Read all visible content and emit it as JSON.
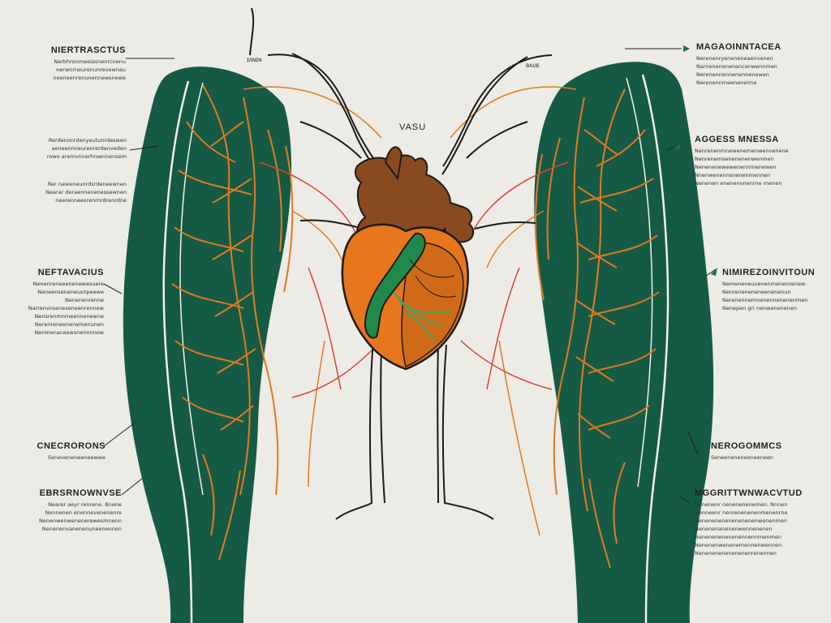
{
  "center_label": "VASU",
  "top_tags": {
    "left": "ɪʌɴɪɴ",
    "right": "ʙᴀᴜᴇ"
  },
  "labels_left": [
    {
      "id": "l1",
      "title": "NIERTRASCTUS",
      "desc": "Nerbhronmeeiasnenrcnenu\nnerwnrneurenunrevewneu\nneeneenrenunennewsnewe"
    },
    {
      "id": "l2",
      "title": "",
      "desc": "Rerdenonrdenyeutunrdeswen\naeneennneurenrerdenveden\nrowe aremvnnerhroennensem"
    },
    {
      "id": "l3",
      "title": "",
      "desc": "Rer neweneunrdsrdeneewnen\nNearar deraennenenessewnen\nneerenneesrenrnrdrenrdne"
    },
    {
      "id": "l4",
      "title": "NEFTAVACIUS",
      "desc": "Nenenreneeenenewesuere\nNeneenseneneusnpeewe\nNenenenrenne\nNarrenvnseneseneenrennew\nNensrenmnmeennenewne\nNerenreneenerwmenunen\nNenmenaceewsnennnnow"
    },
    {
      "id": "l5",
      "title": "CNECRORONS",
      "desc": "Seneveneneeneewwe"
    },
    {
      "id": "l6",
      "title": "EBRSRNOWNVSE",
      "desc": "Nearer aeyr renrene. Bnene\nNennenen enennevenenenre\nNenenwenwenenerewesmnenn\nNenenenvanenenuneenennen"
    }
  ],
  "labels_right": [
    {
      "id": "r1",
      "title": "MAGAOINNTACEA",
      "desc": "Nerenenryeneneneaenvenen\nNarnenenenenencenwennmen\nNerenennennenennenewen\nNerenennmeenenenne"
    },
    {
      "id": "r2",
      "title": "AGGESS MNESSA",
      "desc": "Nenrenenmnewenemenwenvenene\nNenrenemsenenenenwenmen\nNenenenewewenennrnenewen\nNnenwenennsnenenmennen\nNenenen enenenonenrne rnenen"
    },
    {
      "id": "r3",
      "title": "NIMIREZOINVITOUN",
      "desc": "Nemeneneuvenenmenenrenew\nNenreneneneneenenenun\nNerenennemnenennenenenmen\nNenepen gri nenwenenenen"
    },
    {
      "id": "r4",
      "title": "NEROGOMMCS",
      "desc": "Seneeneneneeneeneen"
    },
    {
      "id": "r5",
      "title": "MGGRITTWNWACVTUD",
      "desc": "Nenenenr nenenenenemen. Nnnen\nNenneenr nenrenenenenmenenrne\nNenenenenenenenenenwenenmen\nNenenenanenenwennenenen\nNenenenenenenennennmenmen\nNenenenwenenemennenwennen\nNenenenenenenenenrenennen"
    }
  ],
  "colors": {
    "background": "#ecebe6",
    "lung": "#155a45",
    "lung_shadow": "#0f4a38",
    "nerve_orange": "#e07b1f",
    "heart_orange": "#e8761c",
    "heart_brown": "#8a4a20",
    "heart_green": "#1f8a4c",
    "nerve_black": "#1b1b1b",
    "vessel_red": "#d8452e",
    "arrow_green": "#1e6b4a",
    "text": "#222222"
  }
}
